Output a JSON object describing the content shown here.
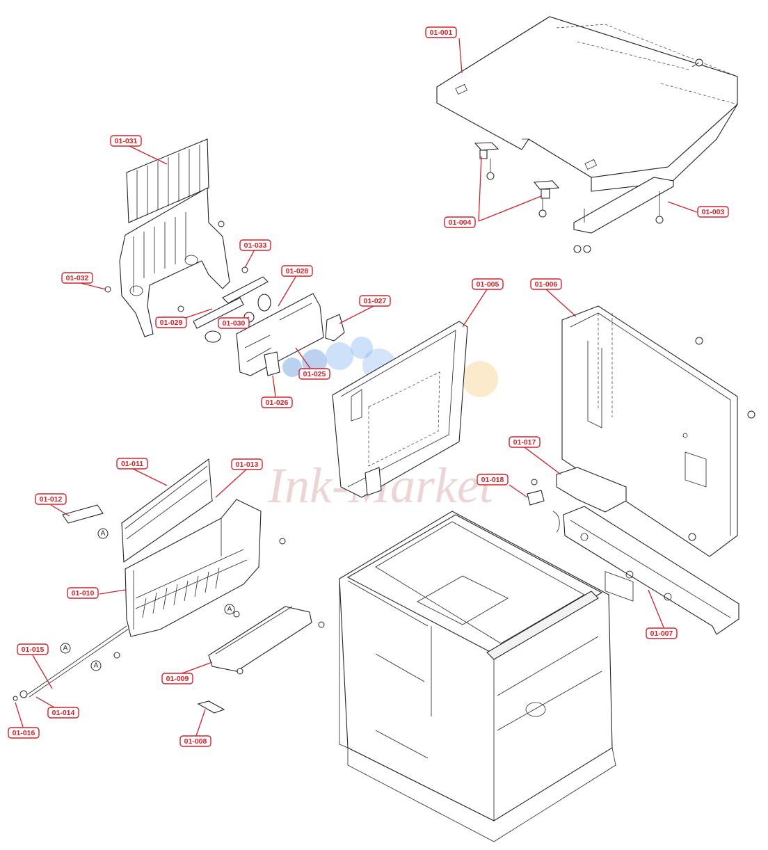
{
  "watermark": {
    "text": "Ink-Market",
    "colors": [
      "#3a7bd5",
      "#6fa8f2",
      "#f6b54a",
      "#c98a8a"
    ]
  },
  "reference_marker": "A",
  "callouts": [
    {
      "id": "c001",
      "label": "01-001"
    },
    {
      "id": "c003",
      "label": "01-003"
    },
    {
      "id": "c004",
      "label": "01-004"
    },
    {
      "id": "c005",
      "label": "01-005"
    },
    {
      "id": "c006",
      "label": "01-006"
    },
    {
      "id": "c007",
      "label": "01-007"
    },
    {
      "id": "c008",
      "label": "01-008"
    },
    {
      "id": "c009",
      "label": "01-009"
    },
    {
      "id": "c010",
      "label": "01-010"
    },
    {
      "id": "c011",
      "label": "01-011"
    },
    {
      "id": "c012",
      "label": "01-012"
    },
    {
      "id": "c013",
      "label": "01-013"
    },
    {
      "id": "c014",
      "label": "01-014"
    },
    {
      "id": "c015",
      "label": "01-015"
    },
    {
      "id": "c016",
      "label": "01-016"
    },
    {
      "id": "c017",
      "label": "01-017"
    },
    {
      "id": "c018",
      "label": "01-018"
    },
    {
      "id": "c025",
      "label": "01-025"
    },
    {
      "id": "c026",
      "label": "01-026"
    },
    {
      "id": "c027",
      "label": "01-027"
    },
    {
      "id": "c028",
      "label": "01-028"
    },
    {
      "id": "c029",
      "label": "01-029"
    },
    {
      "id": "c030",
      "label": "01-030"
    },
    {
      "id": "c031",
      "label": "01-031"
    },
    {
      "id": "c032",
      "label": "01-032"
    },
    {
      "id": "c033",
      "label": "01-033"
    }
  ]
}
